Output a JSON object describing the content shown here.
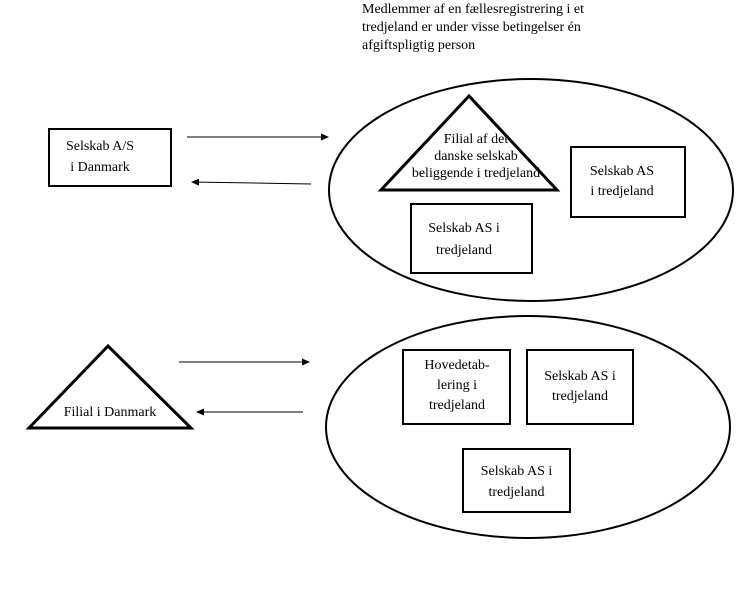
{
  "note": {
    "line1": "Medlemmer af en fællesregistrering i et",
    "line2": "tredjeland er under visse betingelser én",
    "line3": "afgiftspligtig person"
  },
  "top_group": {
    "danish_company": {
      "line1": "Selskab A/S",
      "line2": "i Danmark"
    },
    "branch_triangle": {
      "line1": "Filial af det",
      "line2": "danske selskab",
      "line3": "beliggende i tredjeland"
    },
    "company_right": {
      "line1": "Selskab AS",
      "line2": "i tredjeland"
    },
    "company_bottom": {
      "line1": "Selskab AS i",
      "line2": "tredjeland"
    }
  },
  "bottom_group": {
    "danish_branch": {
      "label": "Filial i Danmark"
    },
    "head_office": {
      "line1": "Hovedetab-",
      "line2": "lering i",
      "line3": "tredjeland"
    },
    "company_right": {
      "line1": "Selskab AS i",
      "line2": "tredjeland"
    },
    "company_bottom": {
      "line1": "Selskab AS i",
      "line2": "tredjeland"
    }
  },
  "colors": {
    "stroke": "#000000",
    "background": "#ffffff"
  }
}
